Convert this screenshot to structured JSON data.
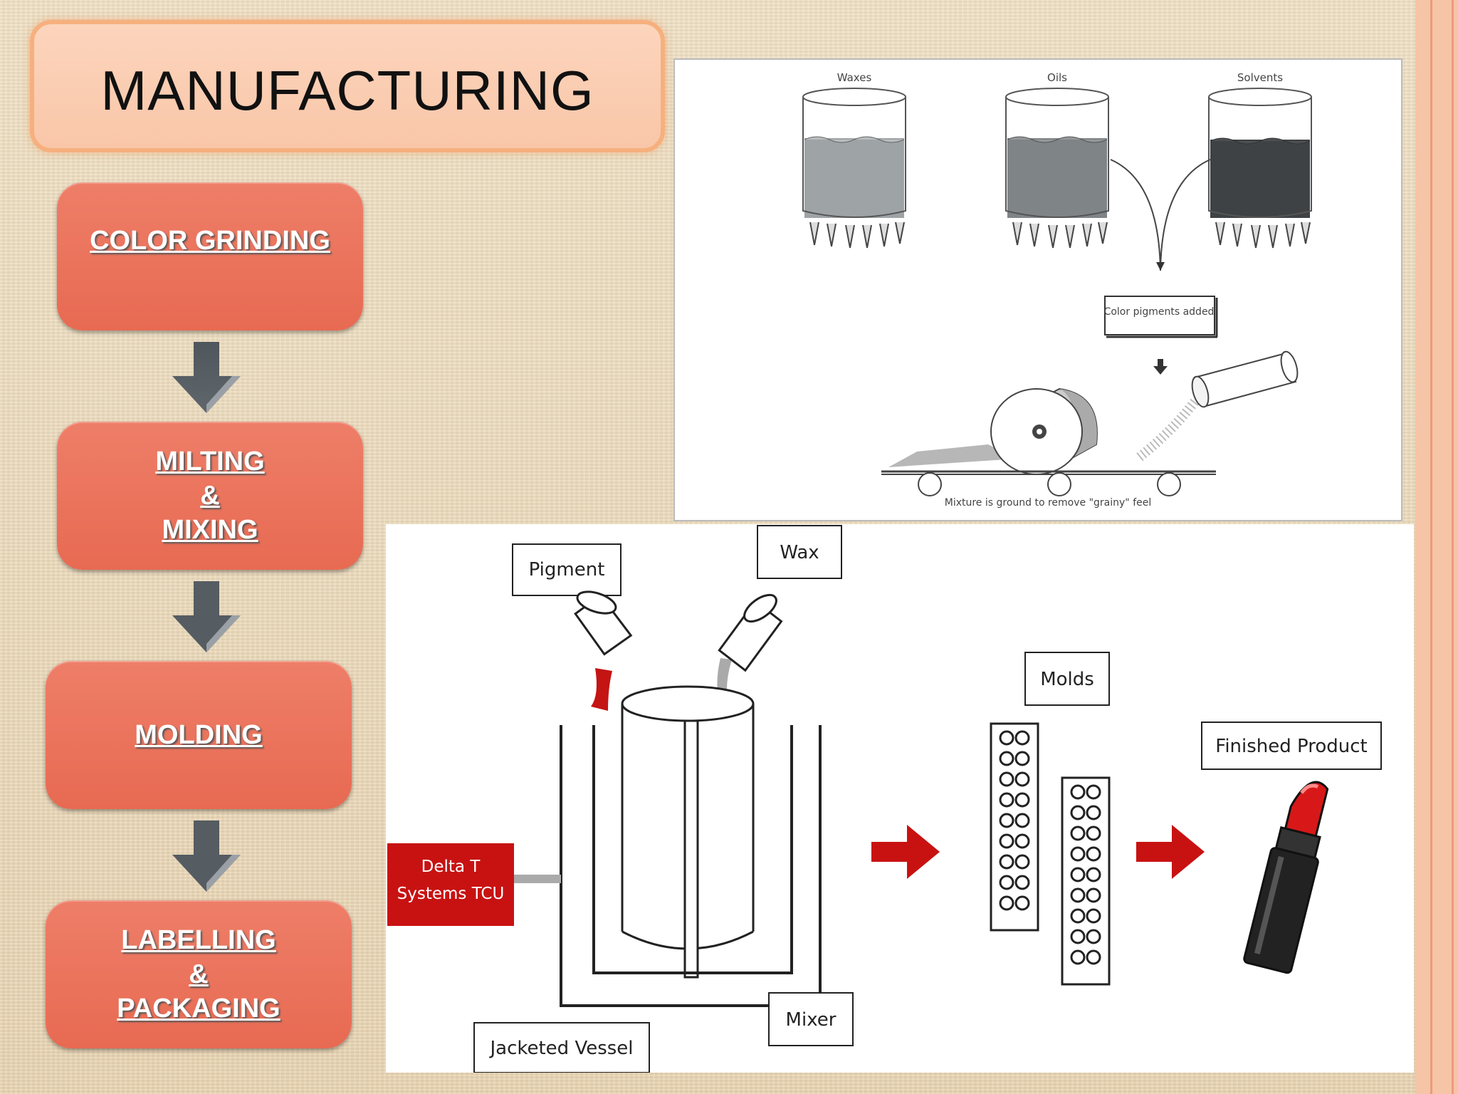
{
  "title": "MANUFACTURING",
  "steps": [
    {
      "label": "COLOR GRINDING"
    },
    {
      "label": "MILTING\n&\n MIXING"
    },
    {
      "label": "MOLDING"
    },
    {
      "label": "LABELLING\n&\nPACKAGING"
    }
  ],
  "grinding_diagram": {
    "containers": [
      "Waxes",
      "Oils",
      "Solvents"
    ],
    "pigment_note": "Color pigments added",
    "caption": "Mixture is ground to remove \"grainy\" feel"
  },
  "process_diagram": {
    "pigment": "Pigment",
    "wax": "Wax",
    "tcu_line1": "Delta T",
    "tcu_line2": "Systems TCU",
    "molds": "Molds",
    "finished_product": "Finished Product",
    "mixer": "Mixer",
    "jacketed_vessel": "Jacketed Vessel"
  },
  "colors": {
    "step_fill": "#e8705a",
    "title_fill": "#fbcdb2",
    "accent_red": "#cc1111"
  }
}
